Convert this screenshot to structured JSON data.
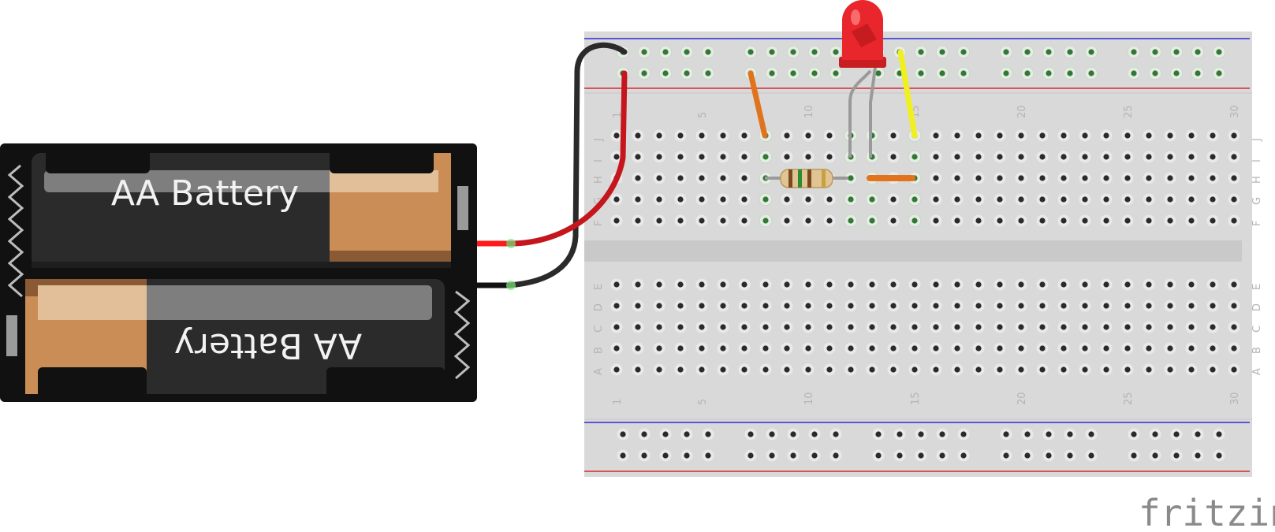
{
  "battery_pack": {
    "top_cell_label": "AA Battery",
    "bottom_cell_label": "AA Battery"
  },
  "breadboard": {
    "column_numbers_top": [
      "1",
      "5",
      "10",
      "15",
      "20",
      "25",
      "30"
    ],
    "column_numbers_bottom": [
      "1",
      "5",
      "10",
      "15",
      "20",
      "25",
      "30"
    ],
    "row_letters_top_left": [
      "J",
      "I",
      "H",
      "G",
      "F"
    ],
    "row_letters_top_right": [
      "J",
      "I",
      "H",
      "G",
      "F"
    ],
    "row_letters_bottom_left": [
      "E",
      "D",
      "C",
      "B",
      "A"
    ],
    "row_letters_bottom_right": [
      "E",
      "D",
      "C",
      "B",
      "A"
    ]
  },
  "components": [
    "battery-pack",
    "led",
    "resistor",
    "wires"
  ],
  "colors": {
    "board": "#d9d9d9",
    "rail_blue": "#2b2bd6",
    "rail_red": "#d62b2b",
    "wire_red": "#c4161c",
    "wire_black": "#2a2a2a",
    "wire_orange": "#e0731b",
    "wire_yellow": "#f0f020",
    "led": "#e8262b",
    "hole_highlight": "#7de37a"
  },
  "brand": "fritzing"
}
